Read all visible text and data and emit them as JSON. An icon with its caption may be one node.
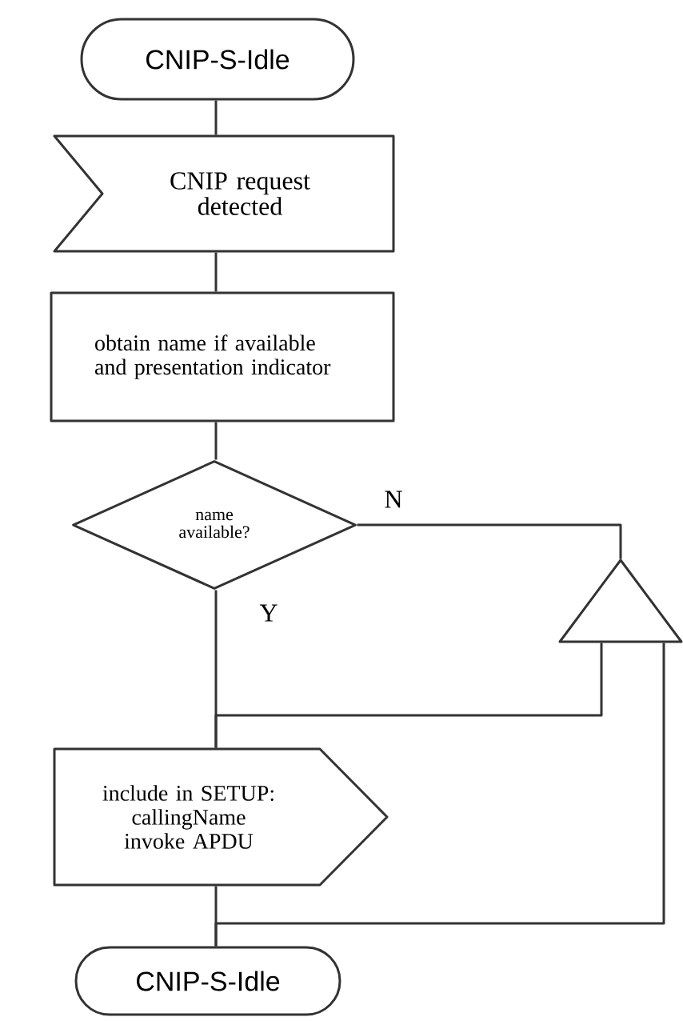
{
  "diagram": {
    "nodes": [
      {
        "text": [
          "CNIP-S-Idle"
        ]
      },
      {
        "text": [
          "CNIP request detected"
        ]
      },
      {
        "text": [
          "obtain name if available and presentation indicator"
        ]
      },
      {
        "text": [
          "name available?"
        ]
      },
      {
        "text": [],
        "shape": "triangle"
      },
      {
        "text": [
          "include in SETUP: callingName invoke APDU"
        ]
      },
      {
        "text": [
          "CNIP-S-Idle"
        ]
      }
    ],
    "edges": [
      {
        "from": 0,
        "to": 1,
        "arrow": "none"
      },
      {
        "from": 1,
        "to": 2,
        "arrow": "none"
      },
      {
        "from": 2,
        "to": 3,
        "arrow": "none"
      },
      {
        "from": 3,
        "to": 5,
        "arrow": "none",
        "label": "Y"
      },
      {
        "from": 3,
        "to": 4,
        "arrow": "none",
        "label": "N"
      },
      {
        "from": 4,
        "to": 5,
        "arrow": "none"
      },
      {
        "from": 4,
        "to": 6,
        "arrow": "none"
      },
      {
        "from": 5,
        "to": 6,
        "arrow": "none"
      }
    ]
  }
}
